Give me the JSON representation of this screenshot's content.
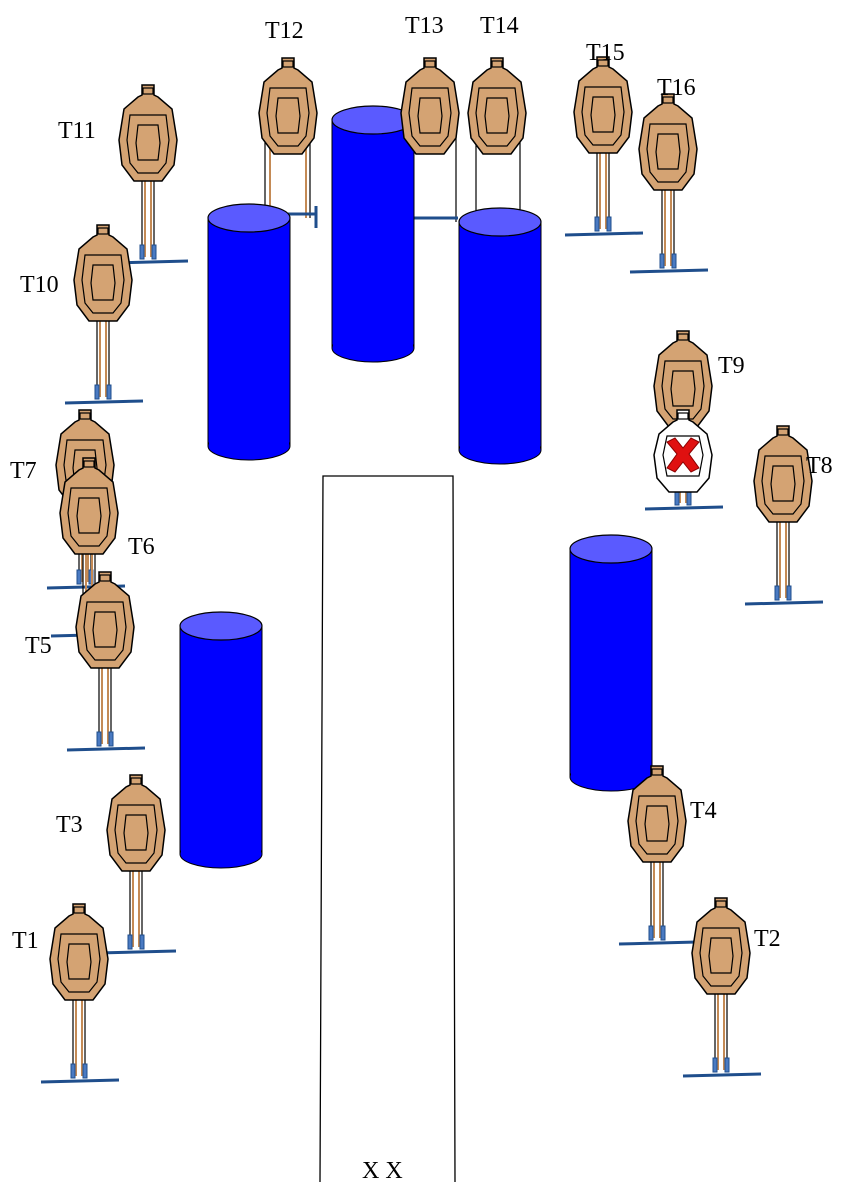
{
  "labels": {
    "t1": "T1",
    "t2": "T2",
    "t3": "T3",
    "t4": "T4",
    "t5": "T5",
    "t6": "T6",
    "t7": "T7",
    "t8": "T8",
    "t9": "T9",
    "t10": "T10",
    "t11": "T11",
    "t12": "T12",
    "t13": "T13",
    "t14": "T14",
    "t15": "T15",
    "t16": "T16"
  },
  "shooting_box_label": "X X",
  "colors": {
    "target_fill": "#d4a373",
    "target_stroke": "#000000",
    "barrel_fill": "#0000ff",
    "barrel_top": "#5a5aff",
    "stand_base": "#1f4e8c",
    "no_shoot_fill": "#ffffff",
    "no_shoot_mark": "#e01010"
  },
  "icons": {
    "target": "cardboard-target-icon",
    "barrel": "barrel-icon",
    "no_shoot": "no-shoot-target-icon"
  }
}
